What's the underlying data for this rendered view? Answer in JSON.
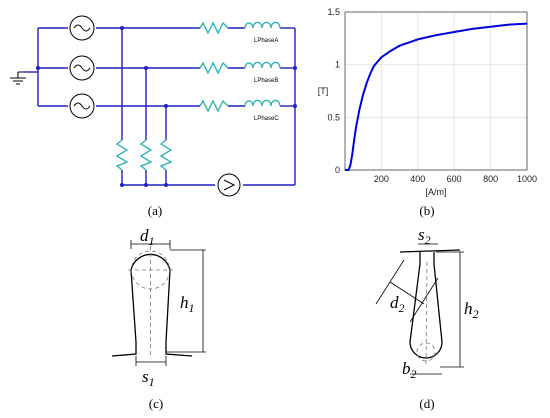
{
  "captions": {
    "a": "(a)",
    "b": "(b)",
    "c": "(c)",
    "d": "(d)"
  },
  "circuit": {
    "phase_labels": [
      "LPhaseA",
      "LPhaseB",
      "LPhaseC"
    ],
    "colors": {
      "wire": "#2020c0",
      "component": "#20b0b0",
      "node": "#2020c0"
    }
  },
  "chart_data": {
    "type": "line",
    "title": "",
    "xlabel": "[A/m]",
    "ylabel": "[T]",
    "xlim": [
      0,
      1000
    ],
    "ylim": [
      0,
      1.5
    ],
    "xticks": [
      200,
      400,
      600,
      800,
      1000
    ],
    "yticks": [
      0,
      0.5,
      1,
      1.5
    ],
    "x_tick_labels": [
      "200",
      "400",
      "600",
      "800",
      "1000"
    ],
    "y_tick_labels": [
      "0",
      "0.5",
      "1",
      "1.5"
    ],
    "grid": true,
    "series": [
      {
        "color": "#0000dd",
        "x": [
          0,
          20,
          30,
          40,
          50,
          60,
          80,
          100,
          120,
          140,
          160,
          180,
          200,
          250,
          300,
          350,
          400,
          450,
          500,
          600,
          700,
          800,
          900,
          1000
        ],
        "y": [
          0,
          0.0,
          0.05,
          0.15,
          0.28,
          0.4,
          0.58,
          0.72,
          0.83,
          0.92,
          0.99,
          1.03,
          1.07,
          1.13,
          1.18,
          1.21,
          1.24,
          1.26,
          1.28,
          1.31,
          1.34,
          1.36,
          1.38,
          1.39
        ]
      }
    ]
  },
  "slot_c": {
    "labels": {
      "d": "d",
      "d_sub": "1",
      "h": "h",
      "h_sub": "1",
      "s": "s",
      "s_sub": "1"
    }
  },
  "slot_d": {
    "labels": {
      "s": "s",
      "s_sub": "2",
      "d": "d",
      "d_sub": "2",
      "h": "h",
      "h_sub": "2",
      "b": "b",
      "b_sub": "2"
    }
  }
}
